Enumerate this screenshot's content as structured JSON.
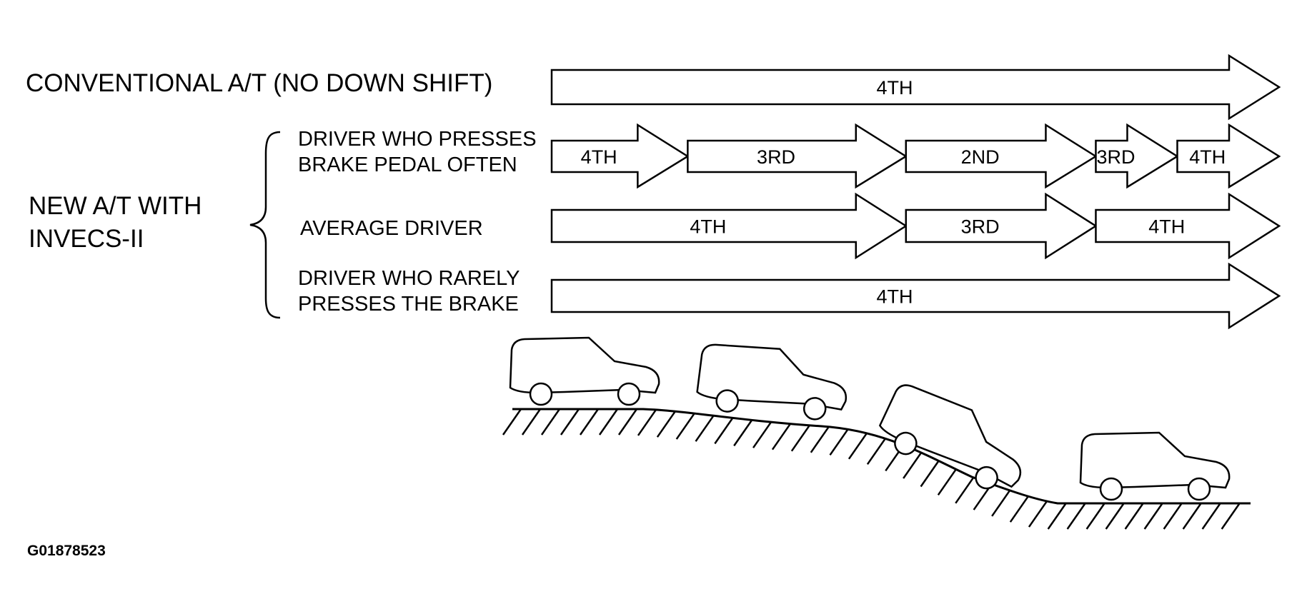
{
  "labels": {
    "conventional": "CONVENTIONAL A/T (NO DOWN SHIFT)",
    "new_at_line1": "NEW A/T WITH",
    "new_at_line2": "INVECS-II",
    "brake_often_line1": "DRIVER WHO PRESSES",
    "brake_often_line2": "BRAKE PEDAL OFTEN",
    "average": "AVERAGE DRIVER",
    "rarely_line1": "DRIVER WHO RARELY",
    "rarely_line2": "PRESSES THE BRAKE",
    "figure_code": "G01878523"
  },
  "rows": [
    {
      "id": "conventional",
      "gears": [
        {
          "gear": "4TH",
          "share": 1.0
        }
      ]
    },
    {
      "id": "brake-often",
      "gears": [
        {
          "gear": "4TH",
          "share": 0.187
        },
        {
          "gear": "3RD",
          "share": 0.3
        },
        {
          "gear": "2ND",
          "share": 0.261
        },
        {
          "gear": "3RD",
          "share": 0.112
        },
        {
          "gear": "4TH",
          "share": 0.14
        }
      ]
    },
    {
      "id": "average",
      "gears": [
        {
          "gear": "4TH",
          "share": 0.487
        },
        {
          "gear": "3RD",
          "share": 0.261
        },
        {
          "gear": "4TH",
          "share": 0.252
        }
      ]
    },
    {
      "id": "rarely",
      "gears": [
        {
          "gear": "4TH",
          "share": 1.0
        }
      ]
    }
  ]
}
